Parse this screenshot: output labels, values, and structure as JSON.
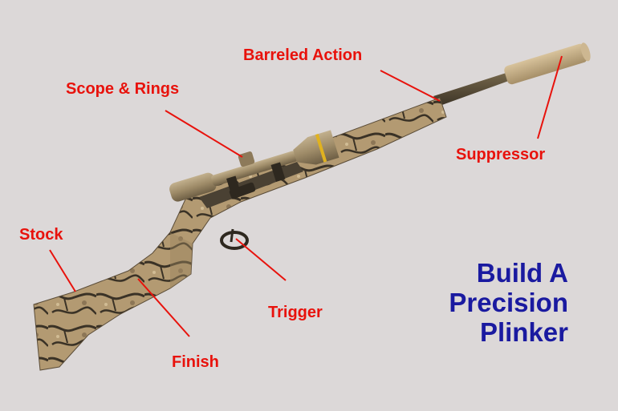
{
  "colors": {
    "background": "#dcd8d8",
    "label": "#e8120c",
    "leader_line": "#e8120c",
    "title": "#1a1aa0",
    "camo_tan": "#b39a72",
    "camo_dark": "#3a3226",
    "fde_tan": "#a08d6e",
    "suppressor": "#c7b08a"
  },
  "labels": {
    "barreled_action": "Barreled Action",
    "scope_rings": "Scope & Rings",
    "suppressor": "Suppressor",
    "stock": "Stock",
    "trigger": "Trigger",
    "finish": "Finish"
  },
  "title": {
    "line1": "Build A",
    "line2": "Precision",
    "line3": "Plinker"
  },
  "icons": {
    "rifle": "bolt-action-rifle-illustration"
  }
}
